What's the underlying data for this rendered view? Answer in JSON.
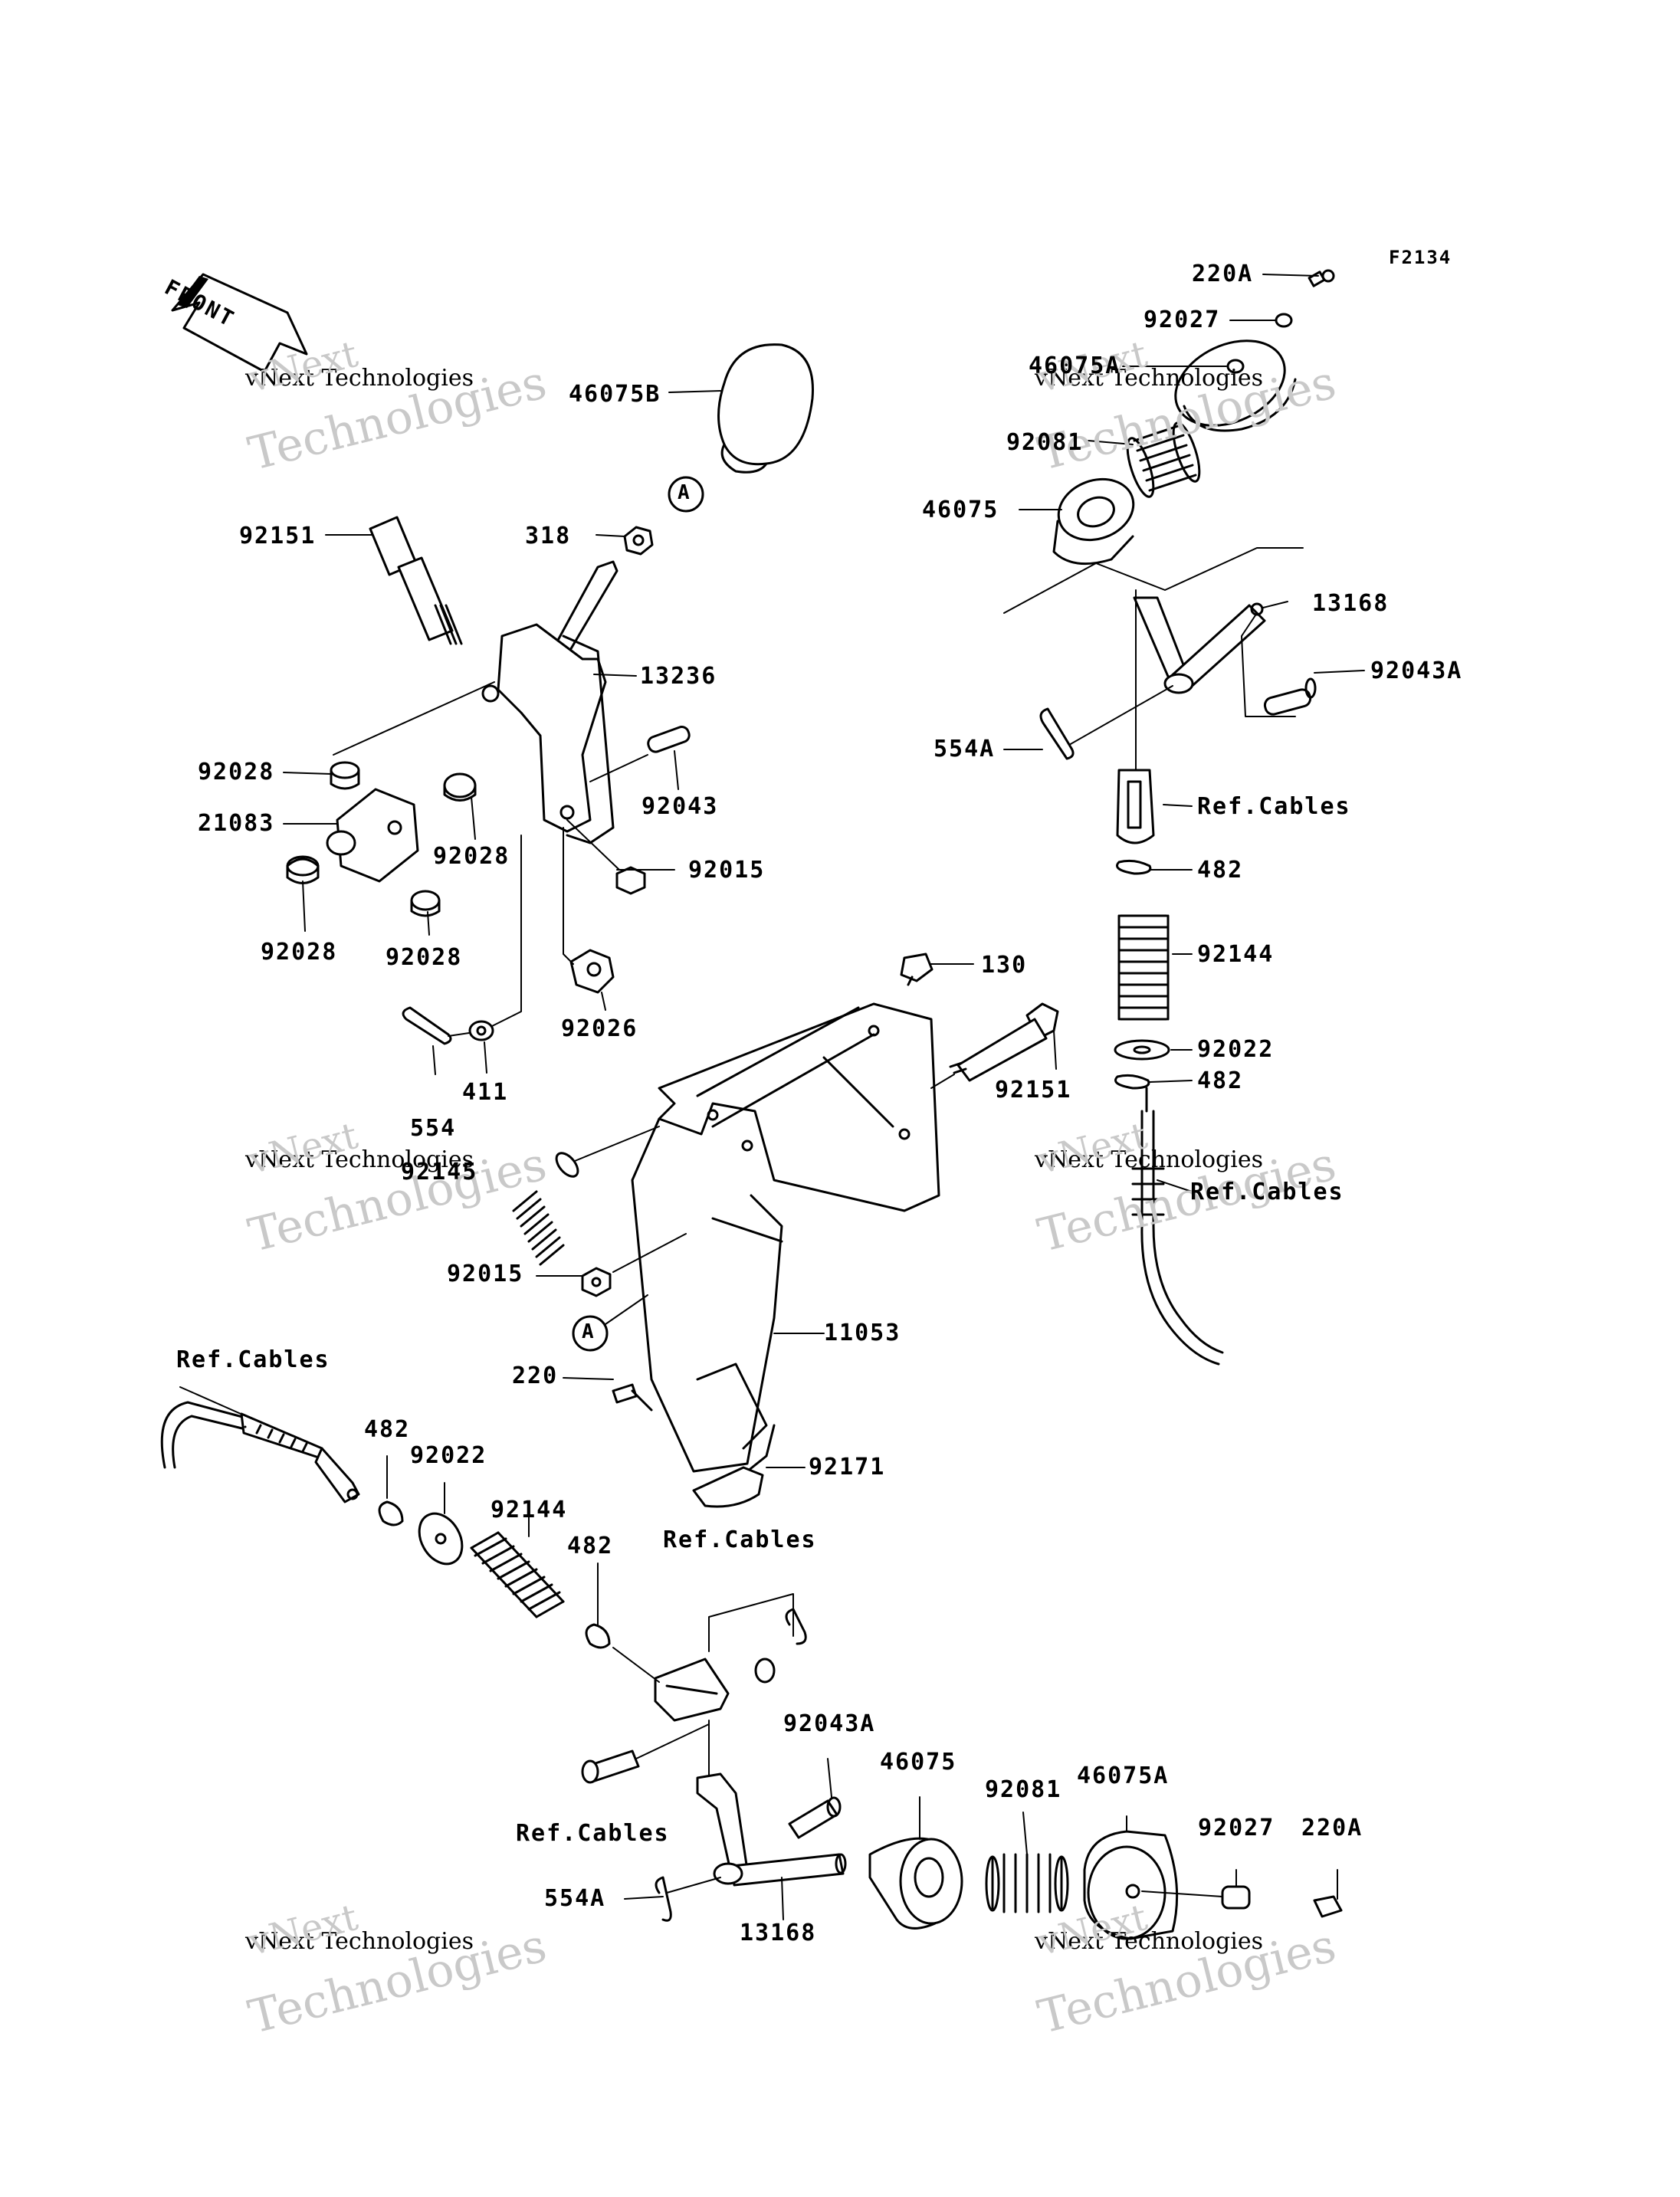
{
  "figure_code": "F2134",
  "front_label": "FRONT",
  "watermark": {
    "line1": "vNext",
    "line2": "vNext Technologies",
    "line3": "Technologies"
  },
  "labels": {
    "l_220A_top": "220A",
    "l_92027_top": "92027",
    "l_46075A_top": "46075A",
    "l_46075B": "46075B",
    "l_92081_top": "92081",
    "l_46075_top": "46075",
    "l_92151_top": "92151",
    "l_318": "318",
    "l_13168_top": "13168",
    "l_92043A_top": "92043A",
    "l_13236": "13236",
    "l_554A_top": "554A",
    "l_92028_a": "92028",
    "l_21083": "21083",
    "l_92043": "92043",
    "l_92028_b": "92028",
    "l_92015_top": "92015",
    "l_refcables_r1": "Ref.Cables",
    "l_482_r1": "482",
    "l_92028_c": "92028",
    "l_92028_d": "92028",
    "l_130": "130",
    "l_92144_r": "92144",
    "l_92026": "92026",
    "l_92022_r": "92022",
    "l_482_r2": "482",
    "l_92151_mid": "92151",
    "l_411": "411",
    "l_554": "554",
    "l_92145": "92145",
    "l_refcables_r2": "Ref.Cables",
    "l_92015_mid": "92015",
    "l_11053": "11053",
    "l_refcables_l": "Ref.Cables",
    "l_220": "220",
    "l_482_l1": "482",
    "l_92022_l": "92022",
    "l_92171": "92171",
    "l_92144_l": "92144",
    "l_482_l2": "482",
    "l_refcables_b1": "Ref.Cables",
    "l_92043A_b": "92043A",
    "l_46075_b": "46075",
    "l_46075A_b": "46075A",
    "l_92081_b": "92081",
    "l_92027_b": "92027",
    "l_220A_b": "220A",
    "l_refcables_b2": "Ref.Cables",
    "l_554A_b": "554A",
    "l_13168_b": "13168",
    "callout_A": "A"
  }
}
